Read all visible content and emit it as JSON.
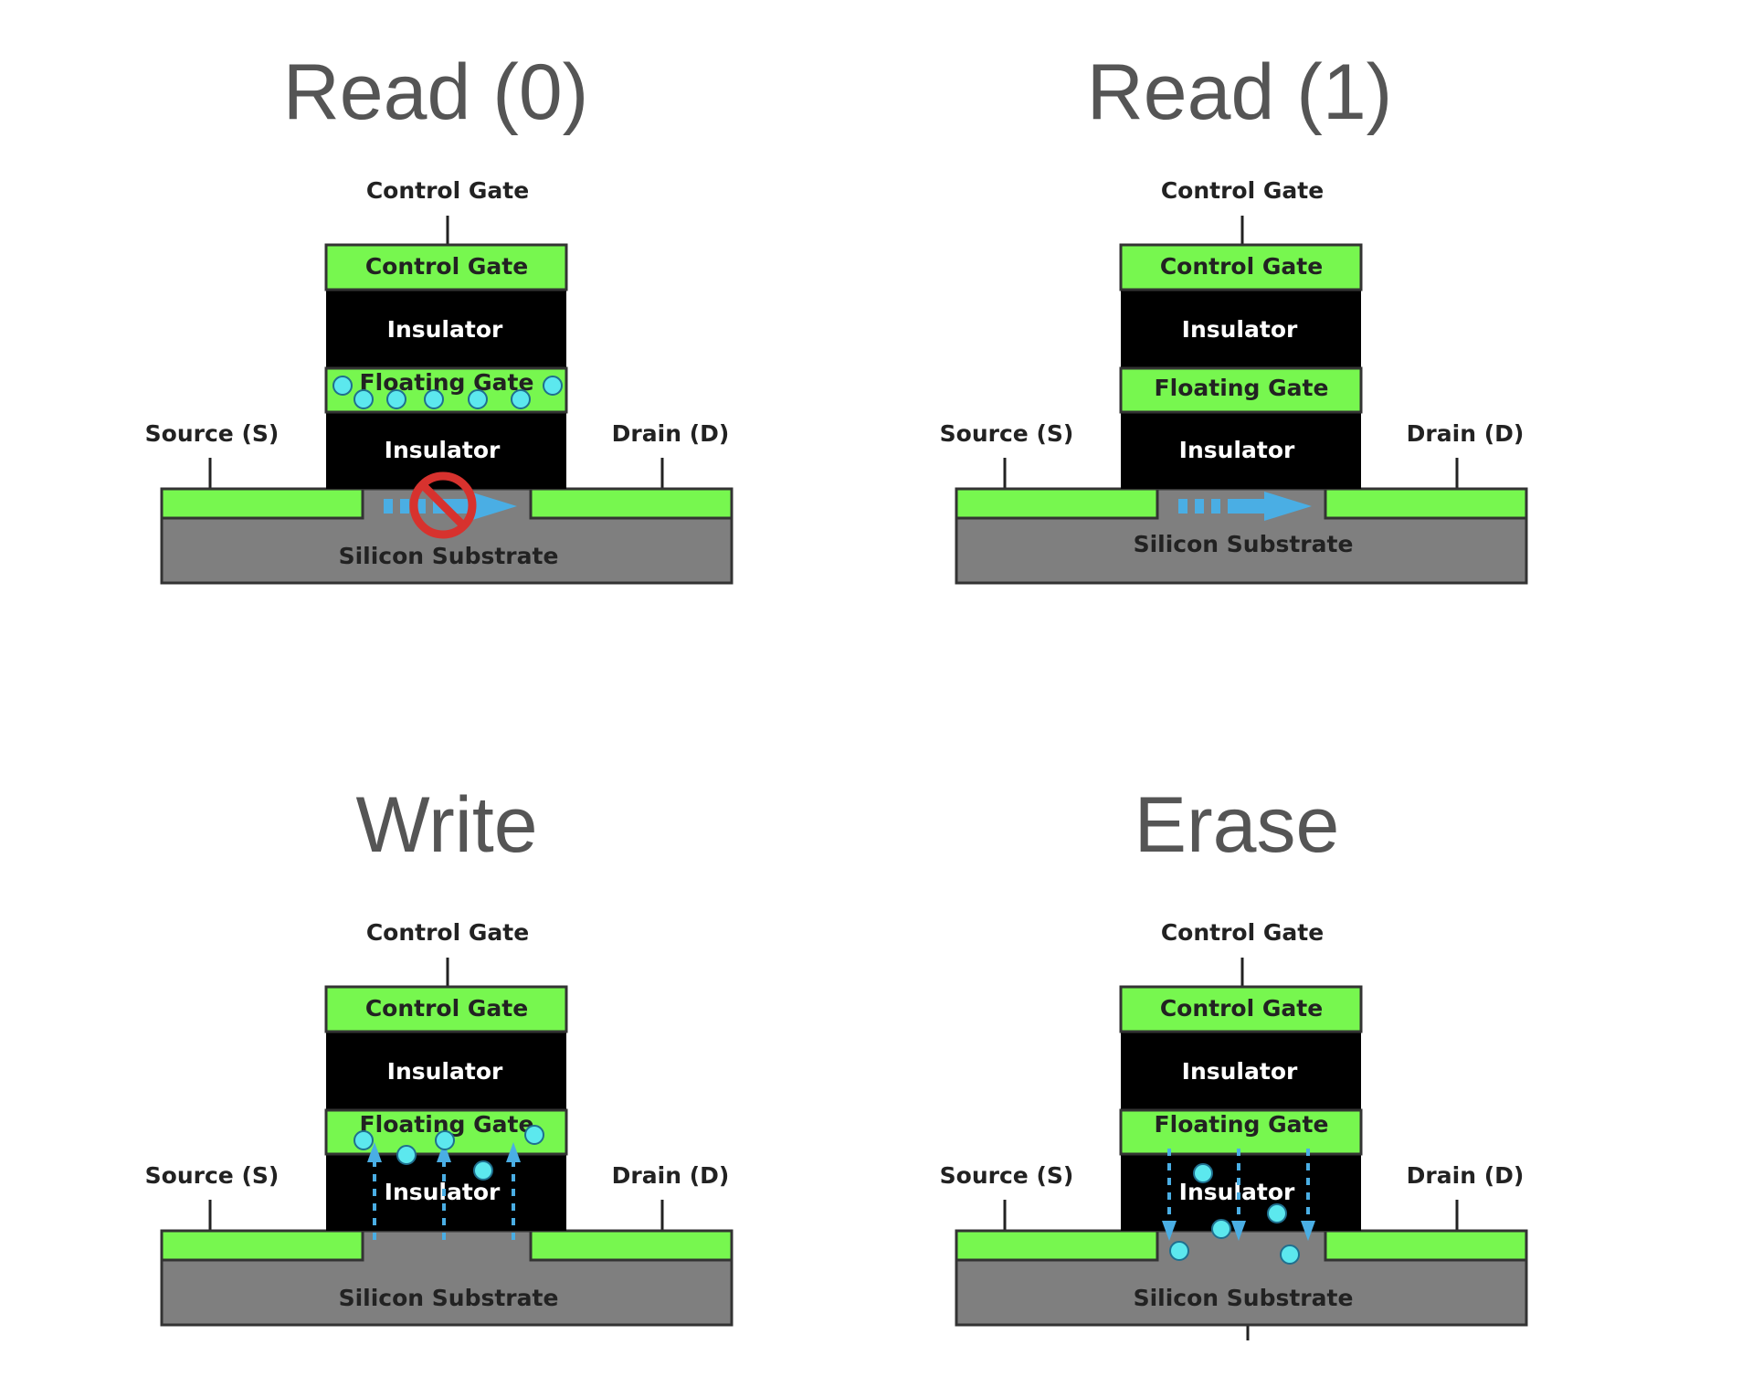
{
  "panels": [
    {
      "id": "read0",
      "title": "Read (0)",
      "top_label": "Control Gate",
      "control_gate": "Control Gate",
      "insulator_top": "Insulator",
      "floating_gate": "Floating Gate",
      "insulator_bottom": "Insulator",
      "source": "Source (S)",
      "drain": "Drain (D)",
      "substrate": "Silicon Substrate"
    },
    {
      "id": "read1",
      "title": "Read (1)",
      "top_label": "Control Gate",
      "control_gate": "Control Gate",
      "insulator_top": "Insulator",
      "floating_gate": "Floating Gate",
      "insulator_bottom": "Insulator",
      "source": "Source (S)",
      "drain": "Drain (D)",
      "substrate": "Silicon Substrate"
    },
    {
      "id": "write",
      "title": "Write",
      "top_label": "Control Gate",
      "control_gate": "Control Gate",
      "insulator_top": "Insulator",
      "floating_gate": "Floating Gate",
      "insulator_bottom": "Insulator",
      "source": "Source (S)",
      "drain": "Drain (D)",
      "substrate": "Silicon Substrate"
    },
    {
      "id": "erase",
      "title": "Erase",
      "top_label": "Control Gate",
      "control_gate": "Control Gate",
      "insulator_top": "Insulator",
      "floating_gate": "Floating Gate",
      "insulator_bottom": "Insulator",
      "source": "Source (S)",
      "drain": "Drain (D)",
      "substrate": "Silicon Substrate"
    }
  ],
  "colors": {
    "green": "#77f74f",
    "black": "#000000",
    "substrate": "#7f7f7f",
    "electron": "#5ce8ee",
    "arrow": "#4aaee4",
    "no_sign": "#d7322e",
    "title": "#555555",
    "label": "#222222"
  }
}
